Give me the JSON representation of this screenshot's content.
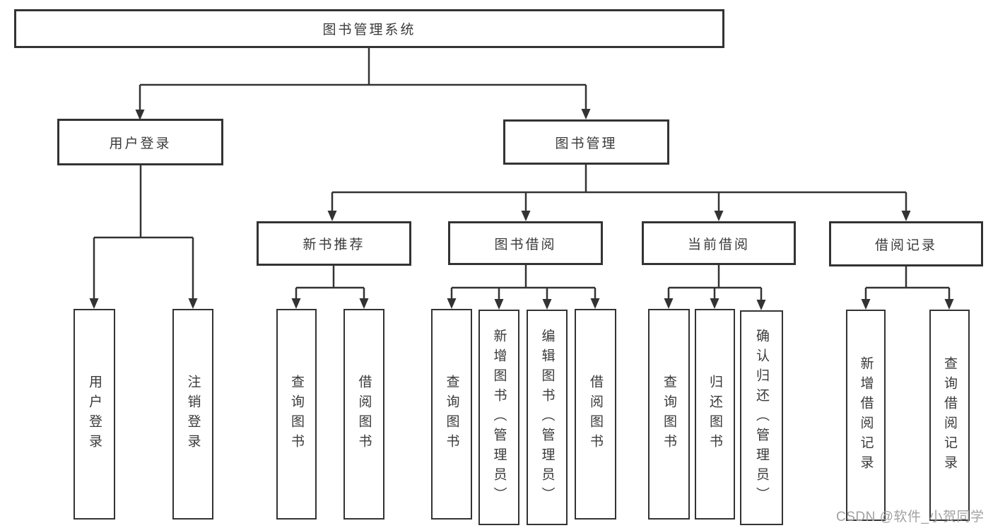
{
  "diagram": {
    "root": {
      "label": "图书管理系统"
    },
    "branches": [
      {
        "label": "用户登录",
        "leaves": [
          "用户登录",
          "注销登录"
        ]
      },
      {
        "label": "图书管理",
        "groups": [
          {
            "label": "新书推荐",
            "leaves": [
              "查询图书",
              "借阅图书"
            ]
          },
          {
            "label": "图书借阅",
            "leaves": [
              "查询图书",
              "新增图书（管理员）",
              "编辑图书（管理员）",
              "借阅图书"
            ]
          },
          {
            "label": "当前借阅",
            "leaves": [
              "查询图书",
              "归还图书",
              "确认归还（管理员）"
            ]
          },
          {
            "label": "借阅记录",
            "leaves": [
              "新增借阅记录",
              "查询借阅记录"
            ]
          }
        ]
      }
    ]
  },
  "watermark": {
    "text": "CSDN @软件_小贺同学"
  },
  "colors": {
    "line": "#333333",
    "box_border": "#333333",
    "text": "#3a3a3a",
    "watermark": "#a1a1a1",
    "background": "#ffffff"
  }
}
